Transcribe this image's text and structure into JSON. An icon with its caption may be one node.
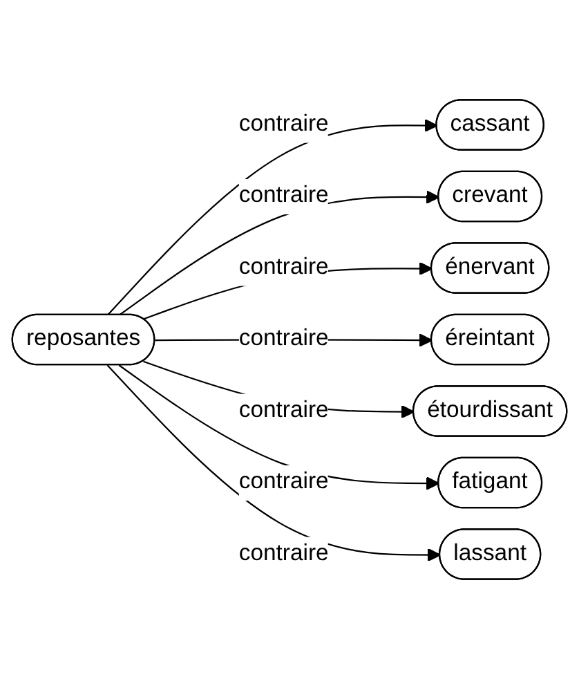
{
  "diagram": {
    "nodes": [
      {
        "text": [
          "reposantes"
        ]
      },
      {
        "text": [
          "cassant"
        ]
      },
      {
        "text": [
          "crevant"
        ]
      },
      {
        "text": [
          "énervant"
        ]
      },
      {
        "text": [
          "éreintant"
        ]
      },
      {
        "text": [
          "étourdissant"
        ]
      },
      {
        "text": [
          "fatigant"
        ]
      },
      {
        "text": [
          "lassant"
        ]
      }
    ],
    "edges": [
      {
        "from": 0,
        "to": 1,
        "arrow": "to",
        "label": "contraire"
      },
      {
        "from": 0,
        "to": 2,
        "arrow": "to",
        "label": "contraire"
      },
      {
        "from": 0,
        "to": 3,
        "arrow": "to",
        "label": "contraire"
      },
      {
        "from": 0,
        "to": 4,
        "arrow": "to",
        "label": "contraire"
      },
      {
        "from": 0,
        "to": 5,
        "arrow": "to",
        "label": "contraire"
      },
      {
        "from": 0,
        "to": 6,
        "arrow": "to",
        "label": "contraire"
      },
      {
        "from": 0,
        "to": 7,
        "arrow": "to",
        "label": "contraire"
      }
    ]
  }
}
